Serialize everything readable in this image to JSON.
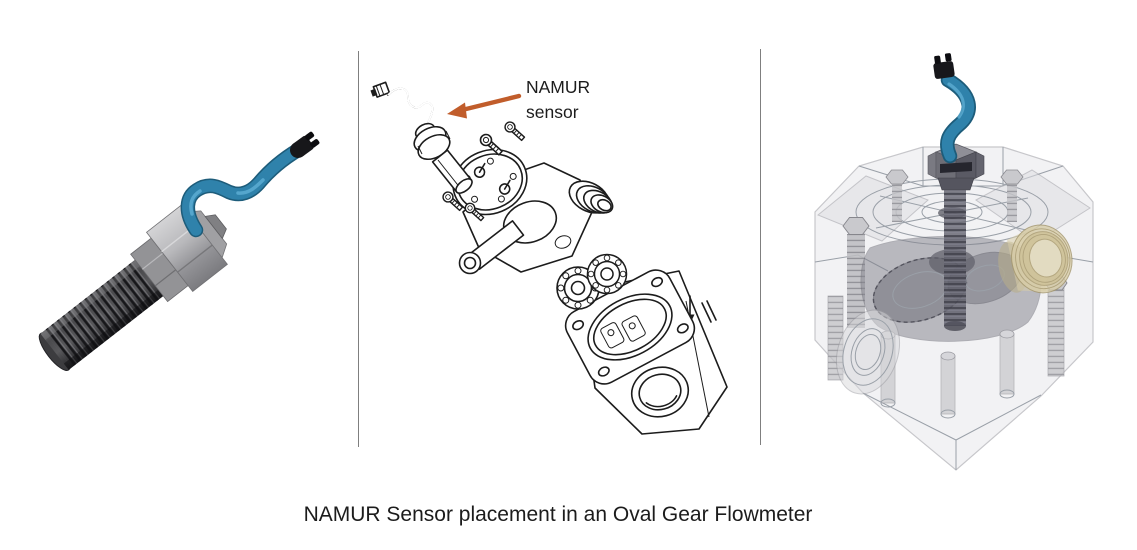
{
  "caption": {
    "text": "NAMUR Sensor placement in an Oval Gear Flowmeter"
  },
  "annotation": {
    "line1": "NAMUR",
    "line2": "sensor"
  },
  "figures": {
    "left": {
      "name": "namur-sensor-3d-render"
    },
    "middle": {
      "name": "flowmeter-exploded-line-drawing"
    },
    "right": {
      "name": "flowmeter-assembled-translucent-render"
    }
  },
  "colors": {
    "cable_blue": "#2f82ab",
    "cable_blue_dark": "#1d5c7a",
    "cable_blue_light": "#5cadd2",
    "arrow_orange": "#c15d2b",
    "port_tan": "#d8cda8",
    "divider_gray": "#7f7f7f",
    "line_black": "#1c1c1c",
    "caption_color": "#1c1c1c"
  }
}
